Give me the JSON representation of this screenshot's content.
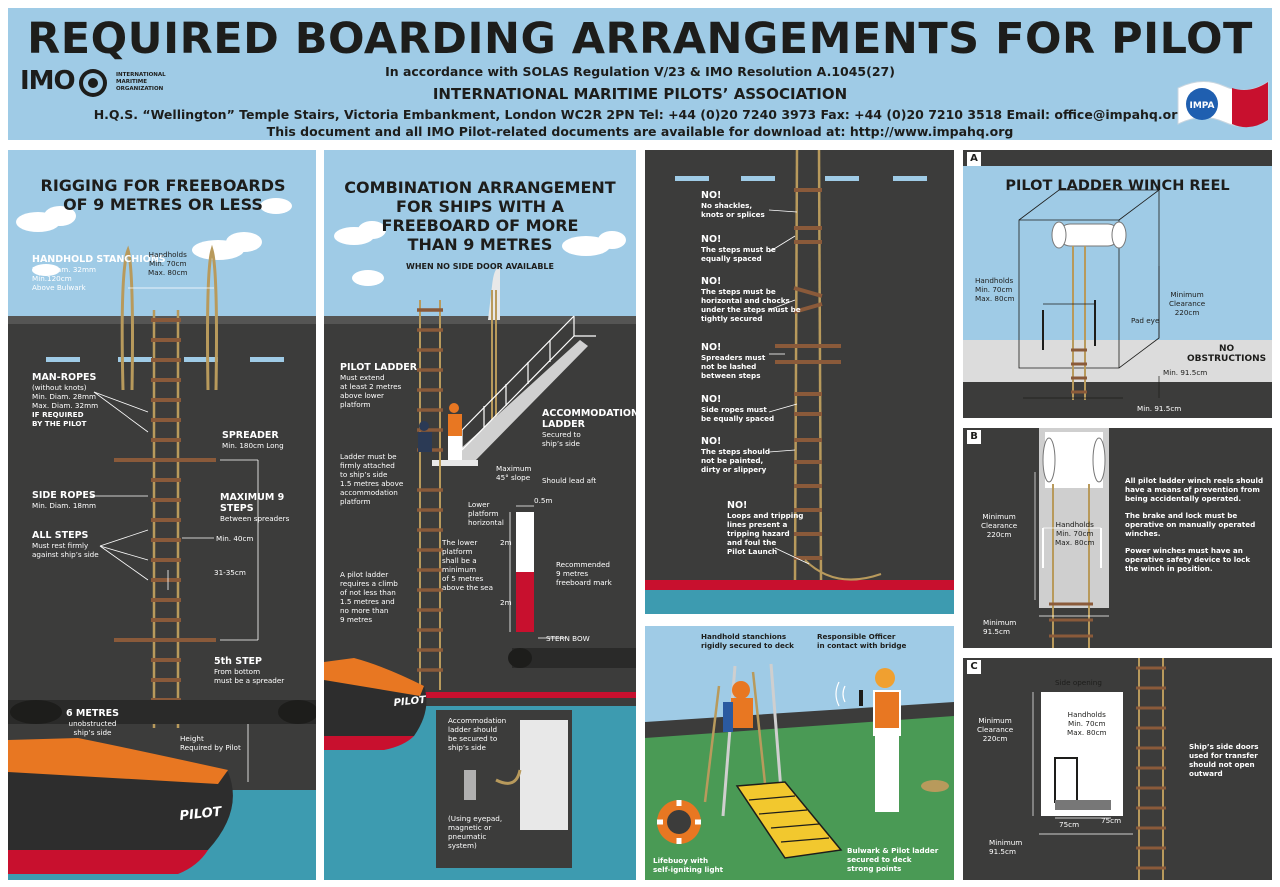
{
  "header": {
    "title": "REQUIRED BOARDING ARRANGEMENTS FOR PILOT",
    "subtitle": "In accordance with SOLAS Regulation V/23 & IMO Resolution A.1045(27)",
    "association": "INTERNATIONAL MARITIME PILOTS’ ASSOCIATION",
    "address": "H.Q.S. “Wellington” Temple Stairs, Victoria Embankment, London WC2R 2PN  Tel: +44 (0)20 7240 3973  Fax: +44 (0)20 7210 3518  Email: office@impahq.org",
    "download": "This document and all IMO Pilot-related documents are available for download at: http://www.impahq.org",
    "imo_logo_text": "IMO",
    "imo_org": [
      "INTERNATIONAL",
      "MARITIME",
      "ORGANIZATION"
    ],
    "impa_logo_text": "IMPA"
  },
  "panel1": {
    "title_line1": "RIGGING FOR FREEBOARDS",
    "title_line2": "OF 9 METRES OR LESS",
    "stanchions": {
      "title": "HANDHOLD STANCHIONS",
      "lines": [
        "Min. Diam. 32mm",
        "Min.120cm",
        "Above Bulwark"
      ]
    },
    "handholds": [
      "Handholds",
      "Min. 70cm",
      "Max. 80cm"
    ],
    "man_ropes": {
      "title": "MAN-ROPES",
      "lines": [
        "(without knots)",
        "Min. Diam. 28mm",
        "Max. Diam. 32mm",
        "IF REQUIRED",
        "BY THE PILOT"
      ]
    },
    "spreader": {
      "title": "SPREADER",
      "line": "Min. 180cm Long"
    },
    "side_ropes": {
      "title": "SIDE ROPES",
      "line": "Min. Diam. 18mm"
    },
    "max_steps": {
      "title": "MAXIMUM 9 STEPS",
      "line": "Between spreaders"
    },
    "all_steps": {
      "title": "ALL  STEPS",
      "lines": [
        "Must rest firmly",
        "against ship’s side"
      ]
    },
    "min40": "Min. 40cm",
    "spacing": "31-35cm",
    "fifth_step": {
      "title": "5th STEP",
      "lines": [
        "From bottom",
        "must be a spreader"
      ]
    },
    "six_metres": {
      "title": "6 METRES",
      "lines": [
        "unobstructed",
        "ship’s side"
      ]
    },
    "height": [
      "Height",
      "Required by Pilot"
    ],
    "boat_label": "PILOT"
  },
  "panel2": {
    "title_lines": [
      "COMBINATION ARRANGEMENT",
      "FOR SHIPS WITH A",
      "FREEBOARD OF MORE",
      "THAN 9 METRES"
    ],
    "subtitle": "WHEN NO SIDE DOOR AVAILABLE",
    "pilot_ladder": {
      "title": "PILOT LADDER",
      "lines": [
        "Must extend",
        "at least 2 metres",
        "above lower",
        "platform"
      ]
    },
    "attached": [
      "Ladder must be",
      "firmly attached",
      "to ship’s side",
      "1.5 metres above",
      "accommodation",
      "platform"
    ],
    "climb": [
      "A pilot ladder",
      "requires a climb",
      "of not less than",
      "1.5 metres and",
      "no more than",
      "9 metres"
    ],
    "accommodation": {
      "title": "ACCOMMODATION",
      "title2": "LADDER",
      "lines": [
        "Secured to",
        "ship’s side"
      ]
    },
    "slope": [
      "Maximum",
      "45° slope"
    ],
    "lead_aft": "Should lead aft",
    "lower_platform": [
      "Lower",
      "platform",
      "horizontal"
    ],
    "lower_min": [
      "The lower",
      "platform",
      "shall be a",
      "minimum",
      "of 5 metres",
      "above the sea"
    ],
    "half_m": "0.5m",
    "two_m_top": "2m",
    "two_m_bottom": "2m",
    "freeboard_mark": [
      "Recommended",
      "9 metres",
      "freeboard mark"
    ],
    "stern_bow": "STERN  BOW",
    "inset": [
      "Accommodation",
      "ladder should",
      "be secured to",
      "ship’s side"
    ],
    "inset2": [
      "(Using eyepad,",
      "magnetic or",
      "pneumatic",
      "system)"
    ],
    "boat_label": "PILOT"
  },
  "panel3": {
    "rules": [
      {
        "head": "NO!",
        "lines": [
          "No shackles,",
          "knots or splices"
        ]
      },
      {
        "head": "NO!",
        "lines": [
          "The steps must be",
          "equally spaced"
        ]
      },
      {
        "head": "NO!",
        "lines": [
          "The steps must be",
          "horizontal and chocks",
          "under the steps must be",
          "tightly secured"
        ]
      },
      {
        "head": "NO!",
        "lines": [
          "Spreaders must",
          "not be lashed",
          "between steps"
        ]
      },
      {
        "head": "NO!",
        "lines": [
          "Side ropes must",
          "be equally spaced"
        ]
      },
      {
        "head": "NO!",
        "lines": [
          "The steps should",
          "not be painted,",
          "dirty or slippery"
        ]
      },
      {
        "head": "NO!",
        "lines": [
          "Loops and tripping",
          "lines present a",
          "tripping hazard",
          "and foul the",
          "Pilot Launch"
        ]
      }
    ]
  },
  "panel4": {
    "stanchions": [
      "Handhold stanchions",
      "rigidly secured to deck"
    ],
    "officer": [
      "Responsible Officer",
      "in contact with bridge"
    ],
    "lifebuoy": [
      "Lifebuoy with",
      "self-igniting light"
    ],
    "bulwark": [
      "Bulwark & Pilot ladder",
      "secured to deck",
      "strong points"
    ]
  },
  "panelA": {
    "letter": "A",
    "title": "PILOT LADDER WINCH REEL",
    "handholds": [
      "Handholds",
      "Min. 70cm",
      "Max. 80cm"
    ],
    "clearance": [
      "Minimum",
      "Clearance",
      "220cm"
    ],
    "pad_eye": "Pad eye",
    "obstructions": [
      "NO",
      "OBSTRUCTIONS"
    ],
    "min915_a": "Min. 91.5cm",
    "min915_b": "Min. 91.5cm"
  },
  "panelB": {
    "letter": "B",
    "clearance": [
      "Minimum",
      "Clearance",
      "220cm"
    ],
    "handholds": [
      "Handholds",
      "Min. 70cm",
      "Max. 80cm"
    ],
    "minimum": [
      "Minimum",
      "91.5cm"
    ],
    "notes": [
      [
        "All pilot ladder winch reels should",
        "have a means of prevention from",
        "being accidentally operated."
      ],
      [
        "The brake and lock must be",
        "operative on manually operated",
        "winches."
      ],
      [
        "Power winches must have an",
        "operative safety device to lock",
        "the winch in position."
      ]
    ]
  },
  "panelC": {
    "letter": "C",
    "side_opening": "Side opening",
    "clearance": [
      "Minimum",
      "Clearance",
      "220cm"
    ],
    "handholds": [
      "Handholds",
      "Min. 70cm",
      "Max. 80cm"
    ],
    "w75a": "75cm",
    "w75b": "75cm",
    "minimum": [
      "Minimum",
      "91.5cm"
    ],
    "doors": [
      "Ship’s side doors",
      "used for transfer",
      "should not open",
      "outward"
    ]
  },
  "colors": {
    "sky": "#9fcbe6",
    "hull": "#3c3c3b",
    "rope": "#b89a5c",
    "step": "#8a5a3a",
    "sea": "#3d9bb0",
    "red": "#c8102e",
    "orange": "#e87722",
    "deck": "#4a9a55",
    "yellow": "#f2c82e"
  }
}
